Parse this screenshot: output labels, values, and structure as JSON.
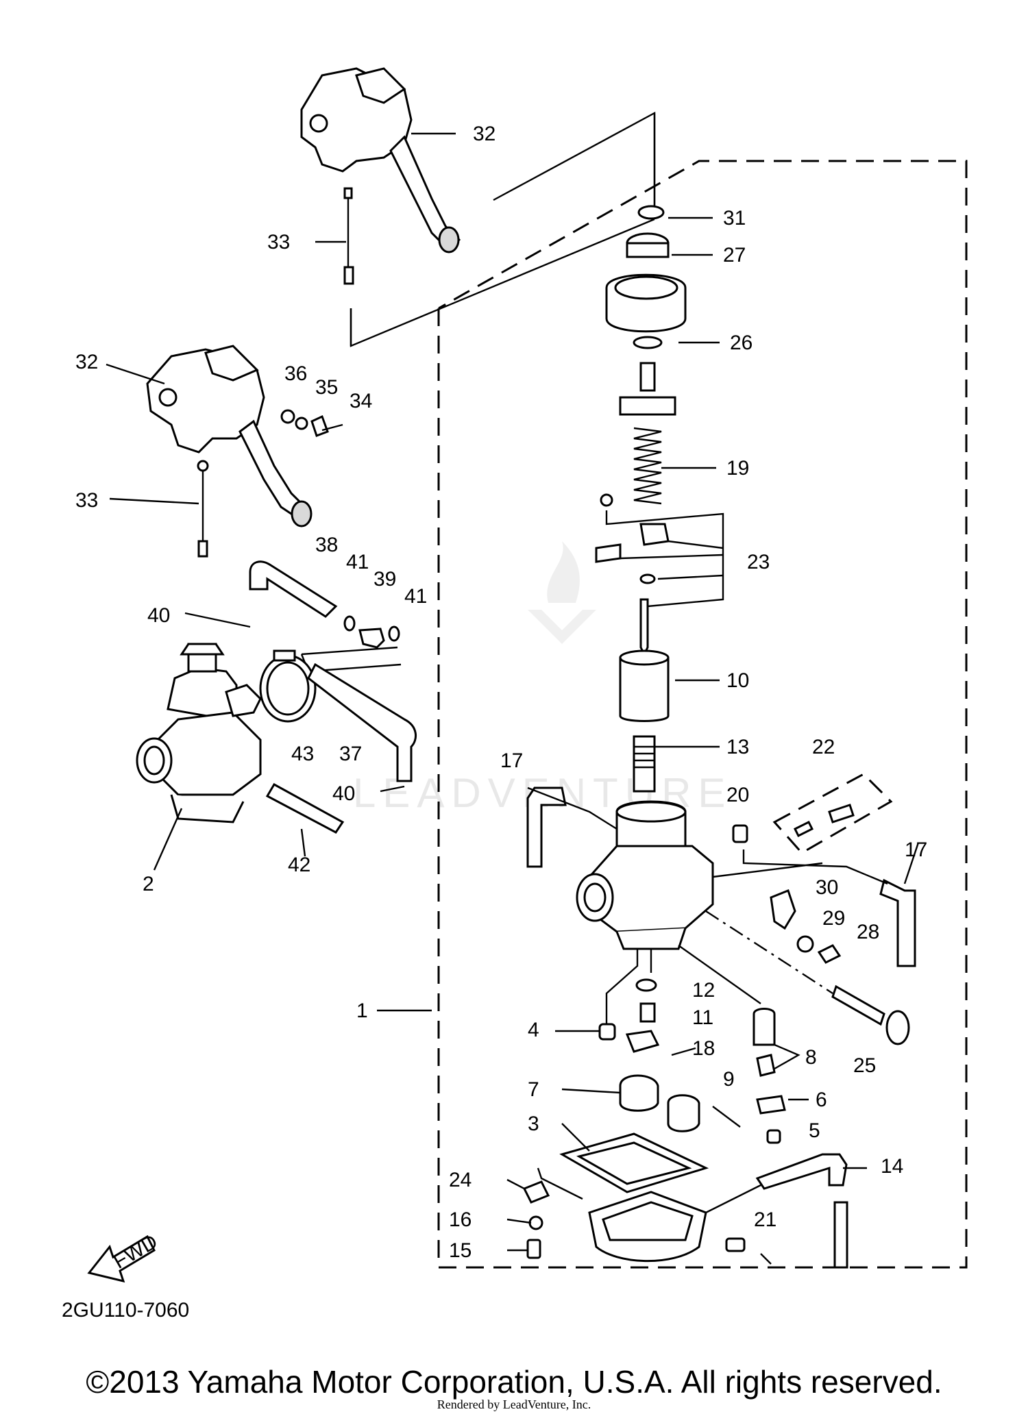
{
  "diagram": {
    "code": "2GU110-7060",
    "fwd_label": "FWD",
    "watermark": "LEADVENTURE",
    "callouts": [
      {
        "id": "c32a",
        "text": "32"
      },
      {
        "id": "c33a",
        "text": "33"
      },
      {
        "id": "c31",
        "text": "31"
      },
      {
        "id": "c27",
        "text": "27"
      },
      {
        "id": "c26",
        "text": "26"
      },
      {
        "id": "c32b",
        "text": "32"
      },
      {
        "id": "c36",
        "text": "36"
      },
      {
        "id": "c35",
        "text": "35"
      },
      {
        "id": "c34",
        "text": "34"
      },
      {
        "id": "c19",
        "text": "19"
      },
      {
        "id": "c33b",
        "text": "33"
      },
      {
        "id": "c38",
        "text": "38"
      },
      {
        "id": "c41a",
        "text": "41"
      },
      {
        "id": "c39",
        "text": "39"
      },
      {
        "id": "c41b",
        "text": "41"
      },
      {
        "id": "c23",
        "text": "23"
      },
      {
        "id": "c40a",
        "text": "40"
      },
      {
        "id": "c10",
        "text": "10"
      },
      {
        "id": "c43",
        "text": "43"
      },
      {
        "id": "c37",
        "text": "37"
      },
      {
        "id": "c13",
        "text": "13"
      },
      {
        "id": "c22",
        "text": "22"
      },
      {
        "id": "c17a",
        "text": "17"
      },
      {
        "id": "c20",
        "text": "20"
      },
      {
        "id": "c40b",
        "text": "40"
      },
      {
        "id": "c17b",
        "text": "17"
      },
      {
        "id": "c2",
        "text": "2"
      },
      {
        "id": "c42",
        "text": "42"
      },
      {
        "id": "c30",
        "text": "30"
      },
      {
        "id": "c29",
        "text": "29"
      },
      {
        "id": "c28",
        "text": "28"
      },
      {
        "id": "c12",
        "text": "12"
      },
      {
        "id": "c1",
        "text": "1"
      },
      {
        "id": "c11",
        "text": "11"
      },
      {
        "id": "c4",
        "text": "4"
      },
      {
        "id": "c18",
        "text": "18"
      },
      {
        "id": "c8",
        "text": "8"
      },
      {
        "id": "c25",
        "text": "25"
      },
      {
        "id": "c7",
        "text": "7"
      },
      {
        "id": "c9",
        "text": "9"
      },
      {
        "id": "c6",
        "text": "6"
      },
      {
        "id": "c3",
        "text": "3"
      },
      {
        "id": "c5",
        "text": "5"
      },
      {
        "id": "c14",
        "text": "14"
      },
      {
        "id": "c24",
        "text": "24"
      },
      {
        "id": "c16",
        "text": "16"
      },
      {
        "id": "c21",
        "text": "21"
      },
      {
        "id": "c15",
        "text": "15"
      }
    ]
  },
  "footer": {
    "copyright": "©2013 Yamaha Motor Corporation, U.S.A. All rights reserved.",
    "rendered_by": "Rendered by LeadVenture, Inc."
  }
}
